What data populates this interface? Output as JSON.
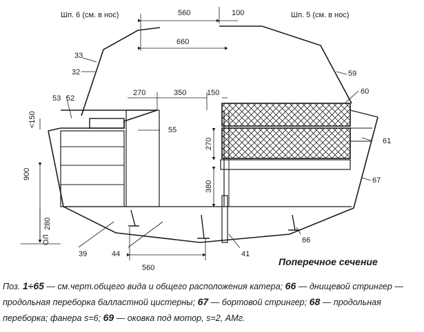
{
  "drawing": {
    "frame_labels": {
      "left": "Шп. 6 (см. в нос)",
      "right": "Шп. 5 (см. в нос)"
    },
    "dimensions": {
      "d560_top": "560",
      "d100": "100",
      "d660": "660",
      "d270_h": "270",
      "d350": "350",
      "d150_h": "150",
      "d150_v": "<150",
      "d900": "900",
      "d280": "280",
      "d270_v": "270",
      "d380": "380",
      "d560_bottom": "560",
      "ol": "ОЛ"
    },
    "callouts": [
      "33",
      "32",
      "53",
      "52",
      "55",
      "59",
      "60",
      "61",
      "67",
      "39",
      "44",
      "41",
      "66"
    ]
  },
  "title": "Поперечное сечение",
  "legend": {
    "prefix": "Поз.",
    "items": [
      {
        "num": "1÷65",
        "text": "— см.черт.общего вида и общего расположения катера;"
      },
      {
        "num": "66",
        "text": "— днищевой стрингер — продольная переборка балластной цистерны;"
      },
      {
        "num": "67",
        "text": "— бортовой стрингер;"
      },
      {
        "num": "68",
        "text": "— продольная переборка; фанера s=6;"
      },
      {
        "num": "69",
        "text": "— оковка под мотор, s=2, АМг."
      }
    ]
  }
}
